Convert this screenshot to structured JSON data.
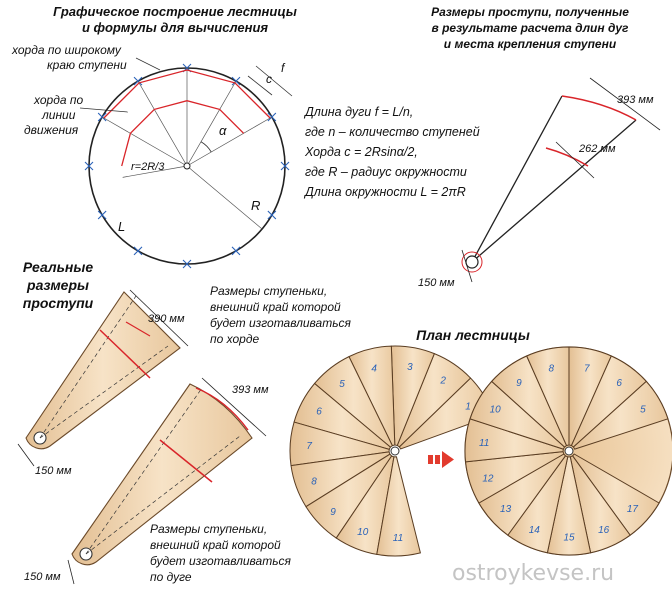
{
  "title_construction": [
    "Графическое построение лестницы",
    "и формулы для вычисления"
  ],
  "title_sizes": [
    "Размеры проступи, полученные",
    "в результате расчета длин дуг",
    "и места крепления ступени"
  ],
  "title_real": [
    "Реальные",
    "размеры",
    "проступи"
  ],
  "title_plan": "План лестницы",
  "labels": {
    "chord_wide": [
      "хорда по широкому",
      "краю ступени"
    ],
    "chord_line": [
      "хорда по",
      "линии",
      "движения"
    ],
    "r_label": "r=2R/3",
    "R": "R",
    "L": "L",
    "alpha": "α",
    "c": "c",
    "f": "f"
  },
  "formulas": [
    "Длина дуги f = L/n,",
    "где n – количество ступеней",
    "Хорда c = 2Rsinα/2,",
    "где R – радиус окружности",
    "Длина окружности L = 2πR"
  ],
  "dims": {
    "d393": "393 мм",
    "d262": "262 мм",
    "d150": "150 мм",
    "d390": "390 мм"
  },
  "captions": {
    "chord": [
      "Размеры ступеньки,",
      "внешний край которой",
      "будет изготавливаться",
      "по хорде"
    ],
    "arc": [
      "Размеры ступеньки,",
      "внешний край которой",
      "будет изготавливаться",
      "по дуге"
    ]
  },
  "plan_left_steps": [
    "1",
    "2",
    "3",
    "4",
    "5",
    "6",
    "7",
    "8",
    "9",
    "10",
    "11"
  ],
  "plan_right_steps": [
    "5",
    "6",
    "7",
    "8",
    "9",
    "10",
    "11",
    "12",
    "13",
    "14",
    "15",
    "16",
    "17"
  ],
  "watermark": "ostroykevse.ru",
  "colors": {
    "step_fill": "#f2d6b3",
    "red": "#d9252a",
    "blue": "#2a62b8",
    "arrow": "#e23b2e"
  }
}
